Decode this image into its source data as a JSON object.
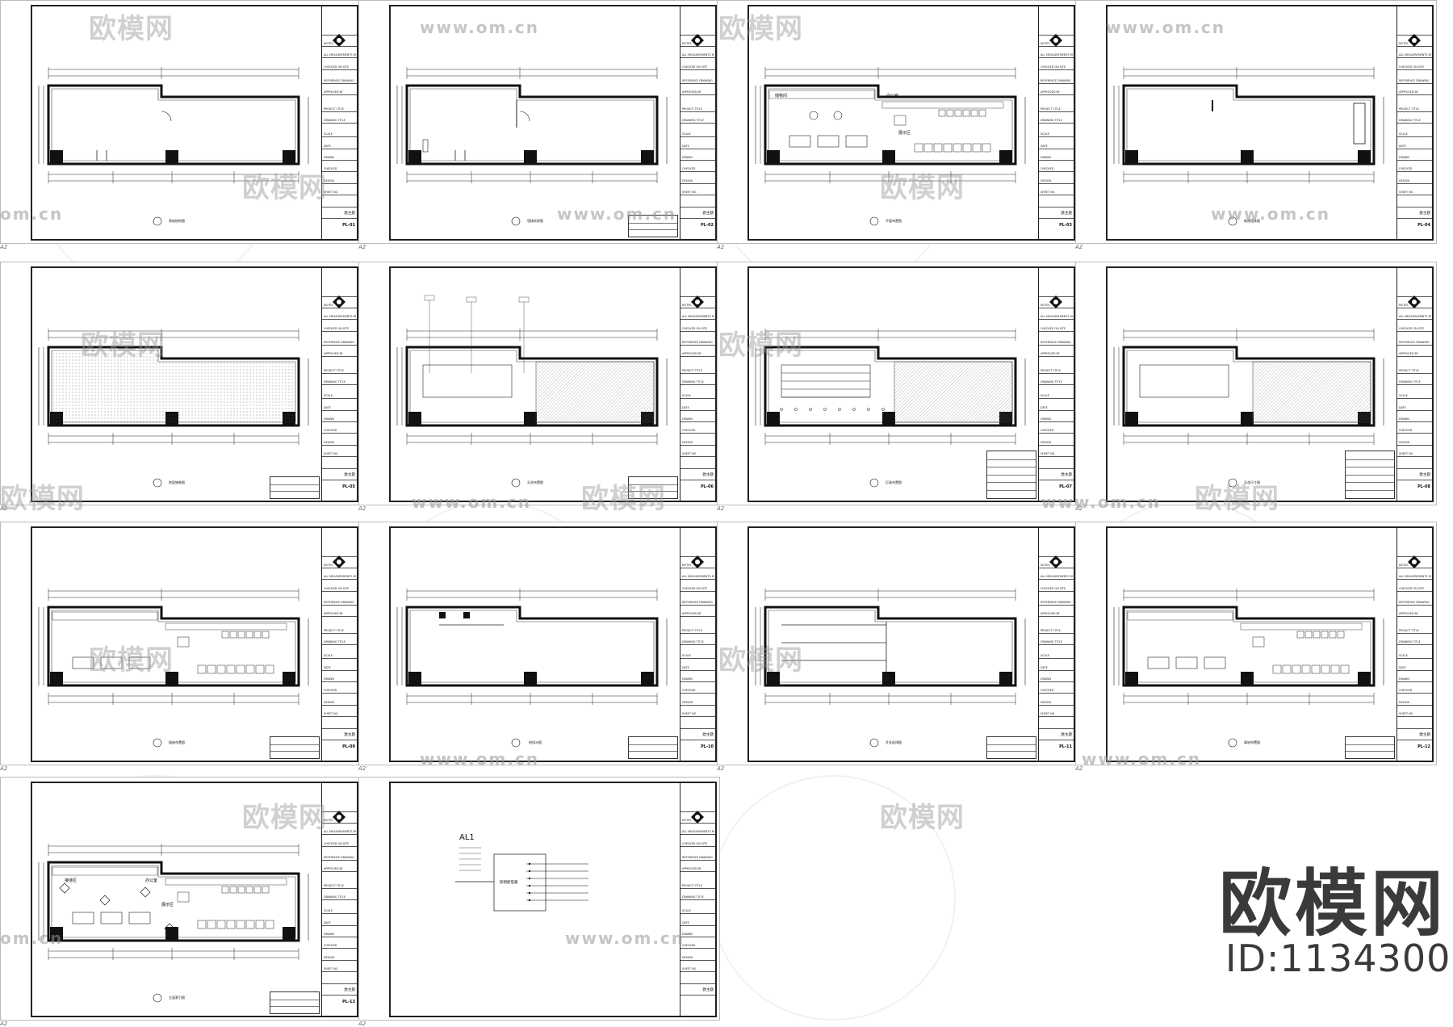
{
  "brand": {
    "logo_text": "欧模网",
    "id_text": "ID:1134300"
  },
  "watermarks": {
    "text": "欧模网",
    "url": "www.om.cn",
    "url_short": "om.cn"
  },
  "sheets": [
    {
      "code": "PL-01",
      "caption": "原始结构图",
      "tag": "A2",
      "label_left": "欧主题",
      "kind": "original"
    },
    {
      "code": "PL-02",
      "caption": "墙体拆除图",
      "tag": "A2",
      "label_left": "欧主题",
      "kind": "demolition"
    },
    {
      "code": "PL-03",
      "caption": "平面布置图",
      "tag": "A2",
      "label_left": "欧主题",
      "kind": "layout"
    },
    {
      "code": "PL-04",
      "caption": "新建墙体图",
      "tag": "A2",
      "label_left": "欧主题",
      "kind": "newwall"
    },
    {
      "code": "PL-05",
      "caption": "地面铺装图",
      "tag": "A2",
      "label_left": "欧主题",
      "kind": "floor"
    },
    {
      "code": "PL-06",
      "caption": "天花布置图",
      "tag": "A2",
      "label_left": "欧主题",
      "kind": "ceiling"
    },
    {
      "code": "PL-07",
      "caption": "灯具布置图",
      "tag": "A2",
      "label_left": "欧主题",
      "kind": "lighting"
    },
    {
      "code": "PL-08",
      "caption": "天花尺寸图",
      "tag": "A2",
      "label_left": "欧主题",
      "kind": "ceiling2"
    },
    {
      "code": "PL-09",
      "caption": "插座布置图",
      "tag": "A2",
      "label_left": "欧主题",
      "kind": "socket"
    },
    {
      "code": "PL-10",
      "caption": "给排水图",
      "tag": "A2",
      "label_left": "欧主题",
      "kind": "water"
    },
    {
      "code": "PL-11",
      "caption": "开关连线图",
      "tag": "A2",
      "label_left": "欧主题",
      "kind": "switch"
    },
    {
      "code": "PL-12",
      "caption": "弱电布置图",
      "tag": "A2",
      "label_left": "欧主题",
      "kind": "weak"
    },
    {
      "code": "PL-13",
      "caption": "立面索引图",
      "tag": "A2",
      "label_left": "欧主题",
      "kind": "index"
    },
    {
      "code": "",
      "caption": "",
      "tag": "A2",
      "label_left": "欧主题",
      "kind": "electrical"
    }
  ],
  "room_labels": {
    "storage": "储物间",
    "office": "办公室",
    "display": "展示区",
    "reception": "接待区"
  },
  "electrical_panel": {
    "title": "AL1",
    "panel_name": "照明配电箱"
  },
  "titleblock_lines": [
    "NOTES",
    "ALL MEASUREMENTS MUST BE",
    "CHECKED ON SITE",
    "REFERENCE DRAWING",
    "APPROVED BY",
    "PROJECT TITLE",
    "DRAWING TITLE",
    "SCALE",
    "DATE",
    "DRAWN",
    "CHECKED",
    "DESIGN",
    "SHEET NO."
  ]
}
